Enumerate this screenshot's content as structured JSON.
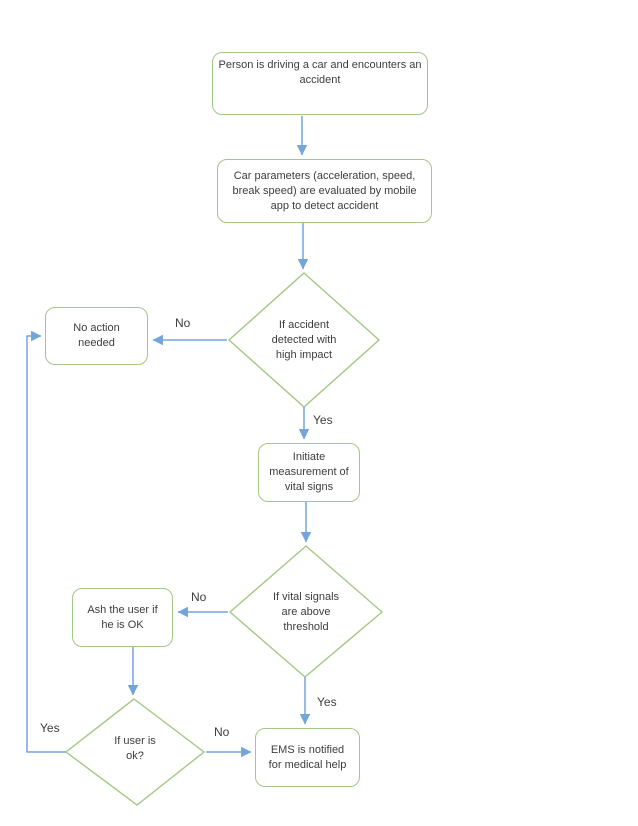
{
  "diagram": {
    "colors": {
      "shape_border": "#a2c885",
      "connector": "#74a5da",
      "text": "#3d3d3d",
      "background": "#ffffff"
    },
    "nodes": {
      "start": {
        "label": "Person is driving a car and encounters an accident"
      },
      "evaluate": {
        "label": "Car parameters (acceleration, speed, break speed) are evaluated by mobile app to detect accident"
      },
      "accident_decision": {
        "label": "If accident detected with high impact"
      },
      "no_action": {
        "label": "No action needed"
      },
      "initiate": {
        "label": "Initiate measurement of vital signs"
      },
      "vitals_decision": {
        "label": "If vital signals are above threshold"
      },
      "ask_user": {
        "label": "Ash the user if he is OK"
      },
      "user_ok_decision": {
        "label": "If user is ok?"
      },
      "ems": {
        "label": "EMS is notified for medical help"
      }
    },
    "edge_labels": {
      "accident_no": "No",
      "accident_yes": "Yes",
      "vitals_no": "No",
      "vitals_yes": "Yes",
      "user_ok_no": "No",
      "user_ok_yes": "Yes"
    }
  }
}
